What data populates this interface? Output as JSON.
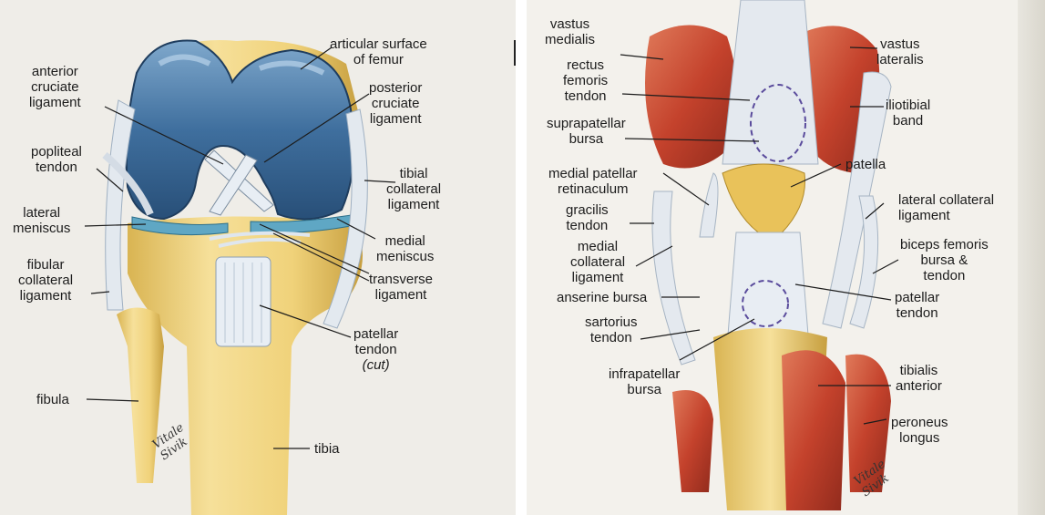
{
  "left_panel": {
    "labels": {
      "articular_surface": [
        "articular surface",
        "of femur"
      ],
      "anterior_cruciate": [
        "anterior",
        "cruciate",
        "ligament"
      ],
      "posterior_cruciate": [
        "posterior",
        "cruciate",
        "ligament"
      ],
      "popliteal_tendon": [
        "popliteal",
        "tendon"
      ],
      "tibial_collateral": [
        "tibial",
        "collateral",
        "ligament"
      ],
      "lateral_meniscus": [
        "lateral",
        "meniscus"
      ],
      "medial_meniscus": [
        "medial",
        "meniscus"
      ],
      "fibular_collateral": [
        "fibular",
        "collateral",
        "ligament"
      ],
      "transverse_ligament": [
        "transverse",
        "ligament"
      ],
      "patellar_tendon_cut": [
        "patellar",
        "tendon",
        "(cut)"
      ],
      "fibula": "fibula",
      "tibia": "tibia"
    },
    "signature": [
      "Vitale",
      "Sivik"
    ]
  },
  "right_panel": {
    "labels": {
      "vastus_medialis": [
        "vastus",
        "medialis"
      ],
      "vastus_lateralis": [
        "vastus",
        "lateralis"
      ],
      "rectus_femoris": [
        "rectus",
        "femoris",
        "tendon"
      ],
      "iliotibial_band": [
        "iliotibial",
        "band"
      ],
      "suprapatellar_bursa": [
        "suprapatellar",
        "bursa"
      ],
      "patella": "patella",
      "medial_patellar_retinaculum": [
        "medial patellar",
        "retinaculum"
      ],
      "lateral_collateral": [
        "lateral collateral",
        "ligament"
      ],
      "gracilis_tendon": [
        "gracilis",
        "tendon"
      ],
      "biceps_femoris": [
        "biceps femoris",
        "bursa &",
        "tendon"
      ],
      "medial_collateral": [
        "medial",
        "collateral",
        "ligament"
      ],
      "patellar_tendon": [
        "patellar",
        "tendon"
      ],
      "anserine_bursa": "anserine bursa",
      "sartorius_tendon": [
        "sartorius",
        "tendon"
      ],
      "tibialis_anterior": [
        "tibialis",
        "anterior"
      ],
      "infrapatellar_bursa": [
        "infrapatellar",
        "bursa"
      ],
      "peroneus_longus": [
        "peroneus",
        "longus"
      ]
    },
    "signature": [
      "Vitale",
      "Sivik"
    ]
  },
  "colors": {
    "bone": "#f0d27a",
    "bone_shadow": "#c9a64a",
    "femur_cartilage": "#3f6f9e",
    "cartilage_light": "#8fb7d8",
    "ligament": "#e6ecf2",
    "muscle": "#c4422c",
    "muscle_light": "#e07a5a",
    "leader_line": "#1c1c1c"
  }
}
